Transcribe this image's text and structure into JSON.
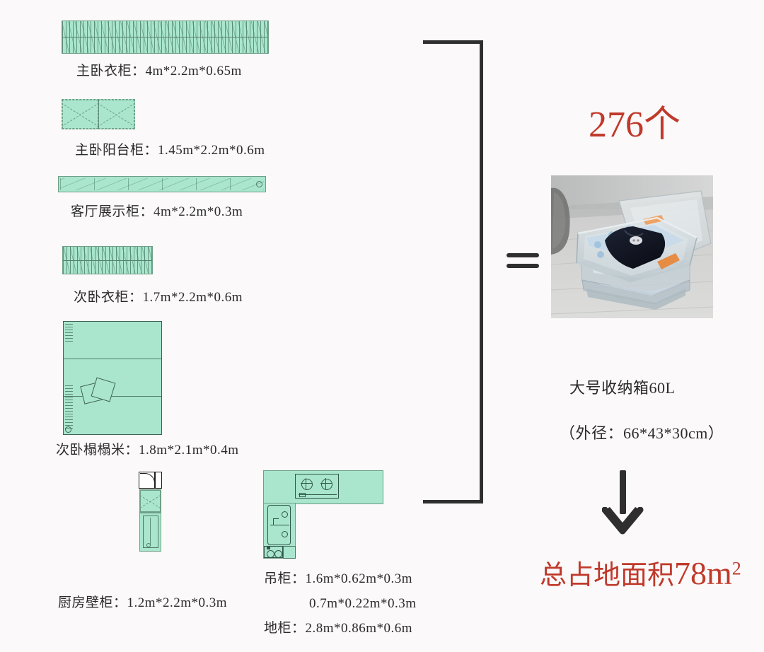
{
  "page": {
    "background_color": "#fbf9f9",
    "plan_fill_color": "#a9e6cd",
    "plan_stroke_color": "#6f9f88",
    "accent_red": "#c0392b",
    "ink_color": "#2f2f2f"
  },
  "furniture": [
    {
      "id": "master-bedroom-wardrobe",
      "label": "主卧衣柜：4m*2.2m*0.65m",
      "name": "主卧衣柜",
      "dimensions": "4m*2.2m*0.65m"
    },
    {
      "id": "master-balcony-cabinet",
      "label": "主卧阳台柜：1.45m*2.2m*0.6m",
      "name": "主卧阳台柜",
      "dimensions": "1.45m*2.2m*0.6m"
    },
    {
      "id": "living-room-display-cabinet",
      "label": "客厅展示柜：4m*2.2m*0.3m",
      "name": "客厅展示柜",
      "dimensions": "4m*2.2m*0.3m"
    },
    {
      "id": "second-bedroom-wardrobe",
      "label": "次卧衣柜：1.7m*2.2m*0.6m",
      "name": "次卧衣柜",
      "dimensions": "1.7m*2.2m*0.6m"
    },
    {
      "id": "second-bedroom-tatami",
      "label": "次卧榻榻米：1.8m*2.1m*0.4m",
      "name": "次卧榻榻米",
      "dimensions": "1.8m*2.1m*0.4m"
    },
    {
      "id": "kitchen-wall-cabinet",
      "label": "厨房壁柜：1.2m*2.2m*0.3m",
      "name": "厨房壁柜",
      "dimensions": "1.2m*2.2m*0.3m"
    }
  ],
  "kitchen_cabinet_lines": [
    "吊柜：1.6m*0.62m*0.3m",
    "0.7m*0.22m*0.3m",
    "地柜：2.8m*0.86m*0.6m"
  ],
  "result": {
    "count_value": "276",
    "count_unit": "个",
    "count_label": "276个",
    "box_name": "大号收纳箱60L",
    "box_outer_size": "（外径：66*43*30cm）",
    "total_area_prefix": "总占地面积",
    "total_area_value": "78",
    "total_area_unit": "m",
    "total_area_exponent": "2",
    "total_area_label": "总占地面积78m²"
  },
  "symbols": {
    "equals": "=",
    "bracket": "]",
    "down_arrow": "↓"
  },
  "photo": {
    "caption_alt": "透明塑料收纳箱，内装折叠好的深色衣物"
  }
}
